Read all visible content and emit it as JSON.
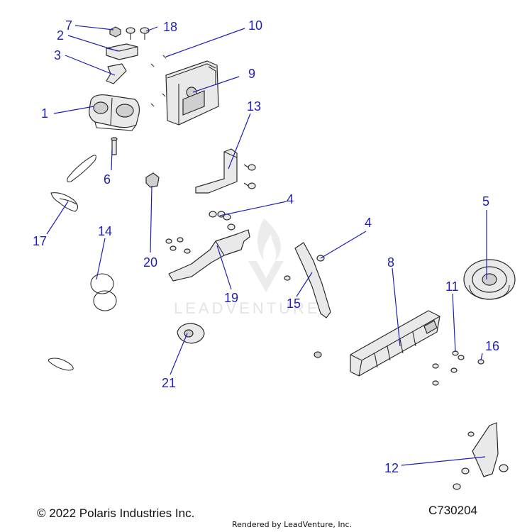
{
  "callouts": {
    "c1": "1",
    "c2": "2",
    "c3": "3",
    "c4a": "4",
    "c4b": "4",
    "c5": "5",
    "c6": "6",
    "c7": "7",
    "c8": "8",
    "c9": "9",
    "c10": "10",
    "c11": "11",
    "c12": "12",
    "c13": "13",
    "c14": "14",
    "c15": "15",
    "c16": "16",
    "c17": "17",
    "c18": "18",
    "c19": "19",
    "c20": "20",
    "c21": "21"
  },
  "watermark": "LEADVENTURE",
  "footer": {
    "copyright": "© 2022 Polaris Industries Inc.",
    "rendered_by": "Rendered by LeadVenture, Inc.",
    "diagram_code": "C730204"
  },
  "colors": {
    "callout": "#1f1fb4",
    "line_art": "#2b2b2b",
    "watermark": "#e4e4e4"
  }
}
